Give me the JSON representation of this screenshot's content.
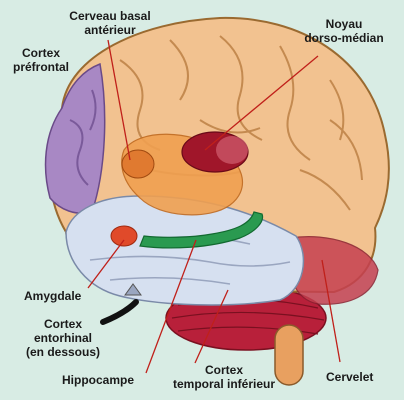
{
  "labels": {
    "cerveau_basal": "Cerveau basal\nantérieur",
    "cortex_prefrontal": "Cortex\npréfrontal",
    "noyau": "Noyau\ndorso-médian",
    "amygdale": "Amygdale",
    "entorhinal": "Cortex\nentorhinal\n(en dessous)",
    "hippocampe": "Hippocampe",
    "temporal": "Cortex\ntemporal inférieur",
    "cervelet": "Cervelet"
  },
  "colors": {
    "background": "#d8ece4",
    "cortex": "#f2c290",
    "prefrontal": "#a888c4",
    "temporal": "#d6e0f0",
    "cerebellum": "#c02a3a",
    "basal_orange": "#f0a050",
    "thalamus": "#a0162a",
    "hippocampus": "#2a9a50",
    "amygdala": "#e04a2a",
    "pointer": "#c0201a"
  }
}
